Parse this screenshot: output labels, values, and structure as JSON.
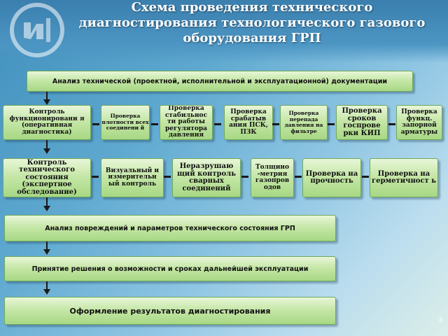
{
  "title": "Схема проведения технического диагностирования технологического газового оборудования ГРП",
  "top_box": "Анализ технической (проектной, исполнительной и эксплуатационной) документации",
  "row1": [
    "Контроль функционировани я (оперативная диагностика)",
    "Проверка плотности всех соединени й",
    "Проверка стабильнос ти работы регулятора давления",
    "Проверка срабатыв ания ПСК, ПЗК",
    "Проверка перепада давления на фильтре",
    "Проверка сроков госпрове рки КИП",
    "Проверка функц. запорной арматуры"
  ],
  "row2": [
    "Контроль технического состояния (экспертное обследование)",
    "Визуальный и измерительн ый контроль",
    "Неразрушаю щий контроль сварных соединений",
    "Толщино -метрия газопров одов",
    "Проверка на прочность",
    "Проверка на герметичност ь"
  ],
  "bottom_boxes": [
    "Анализ повреждений и параметров технического состояния ГРП",
    "Принятие решения о возможности и сроках дальнейшей эксплуатации",
    "Оформление результатов диагностирования"
  ],
  "page_number": "3",
  "colors": {
    "box_fill": "#c6e7a8",
    "box_border": "#6fa85c",
    "title": "#ffffff"
  },
  "icons": {
    "logo": "company-logo"
  }
}
